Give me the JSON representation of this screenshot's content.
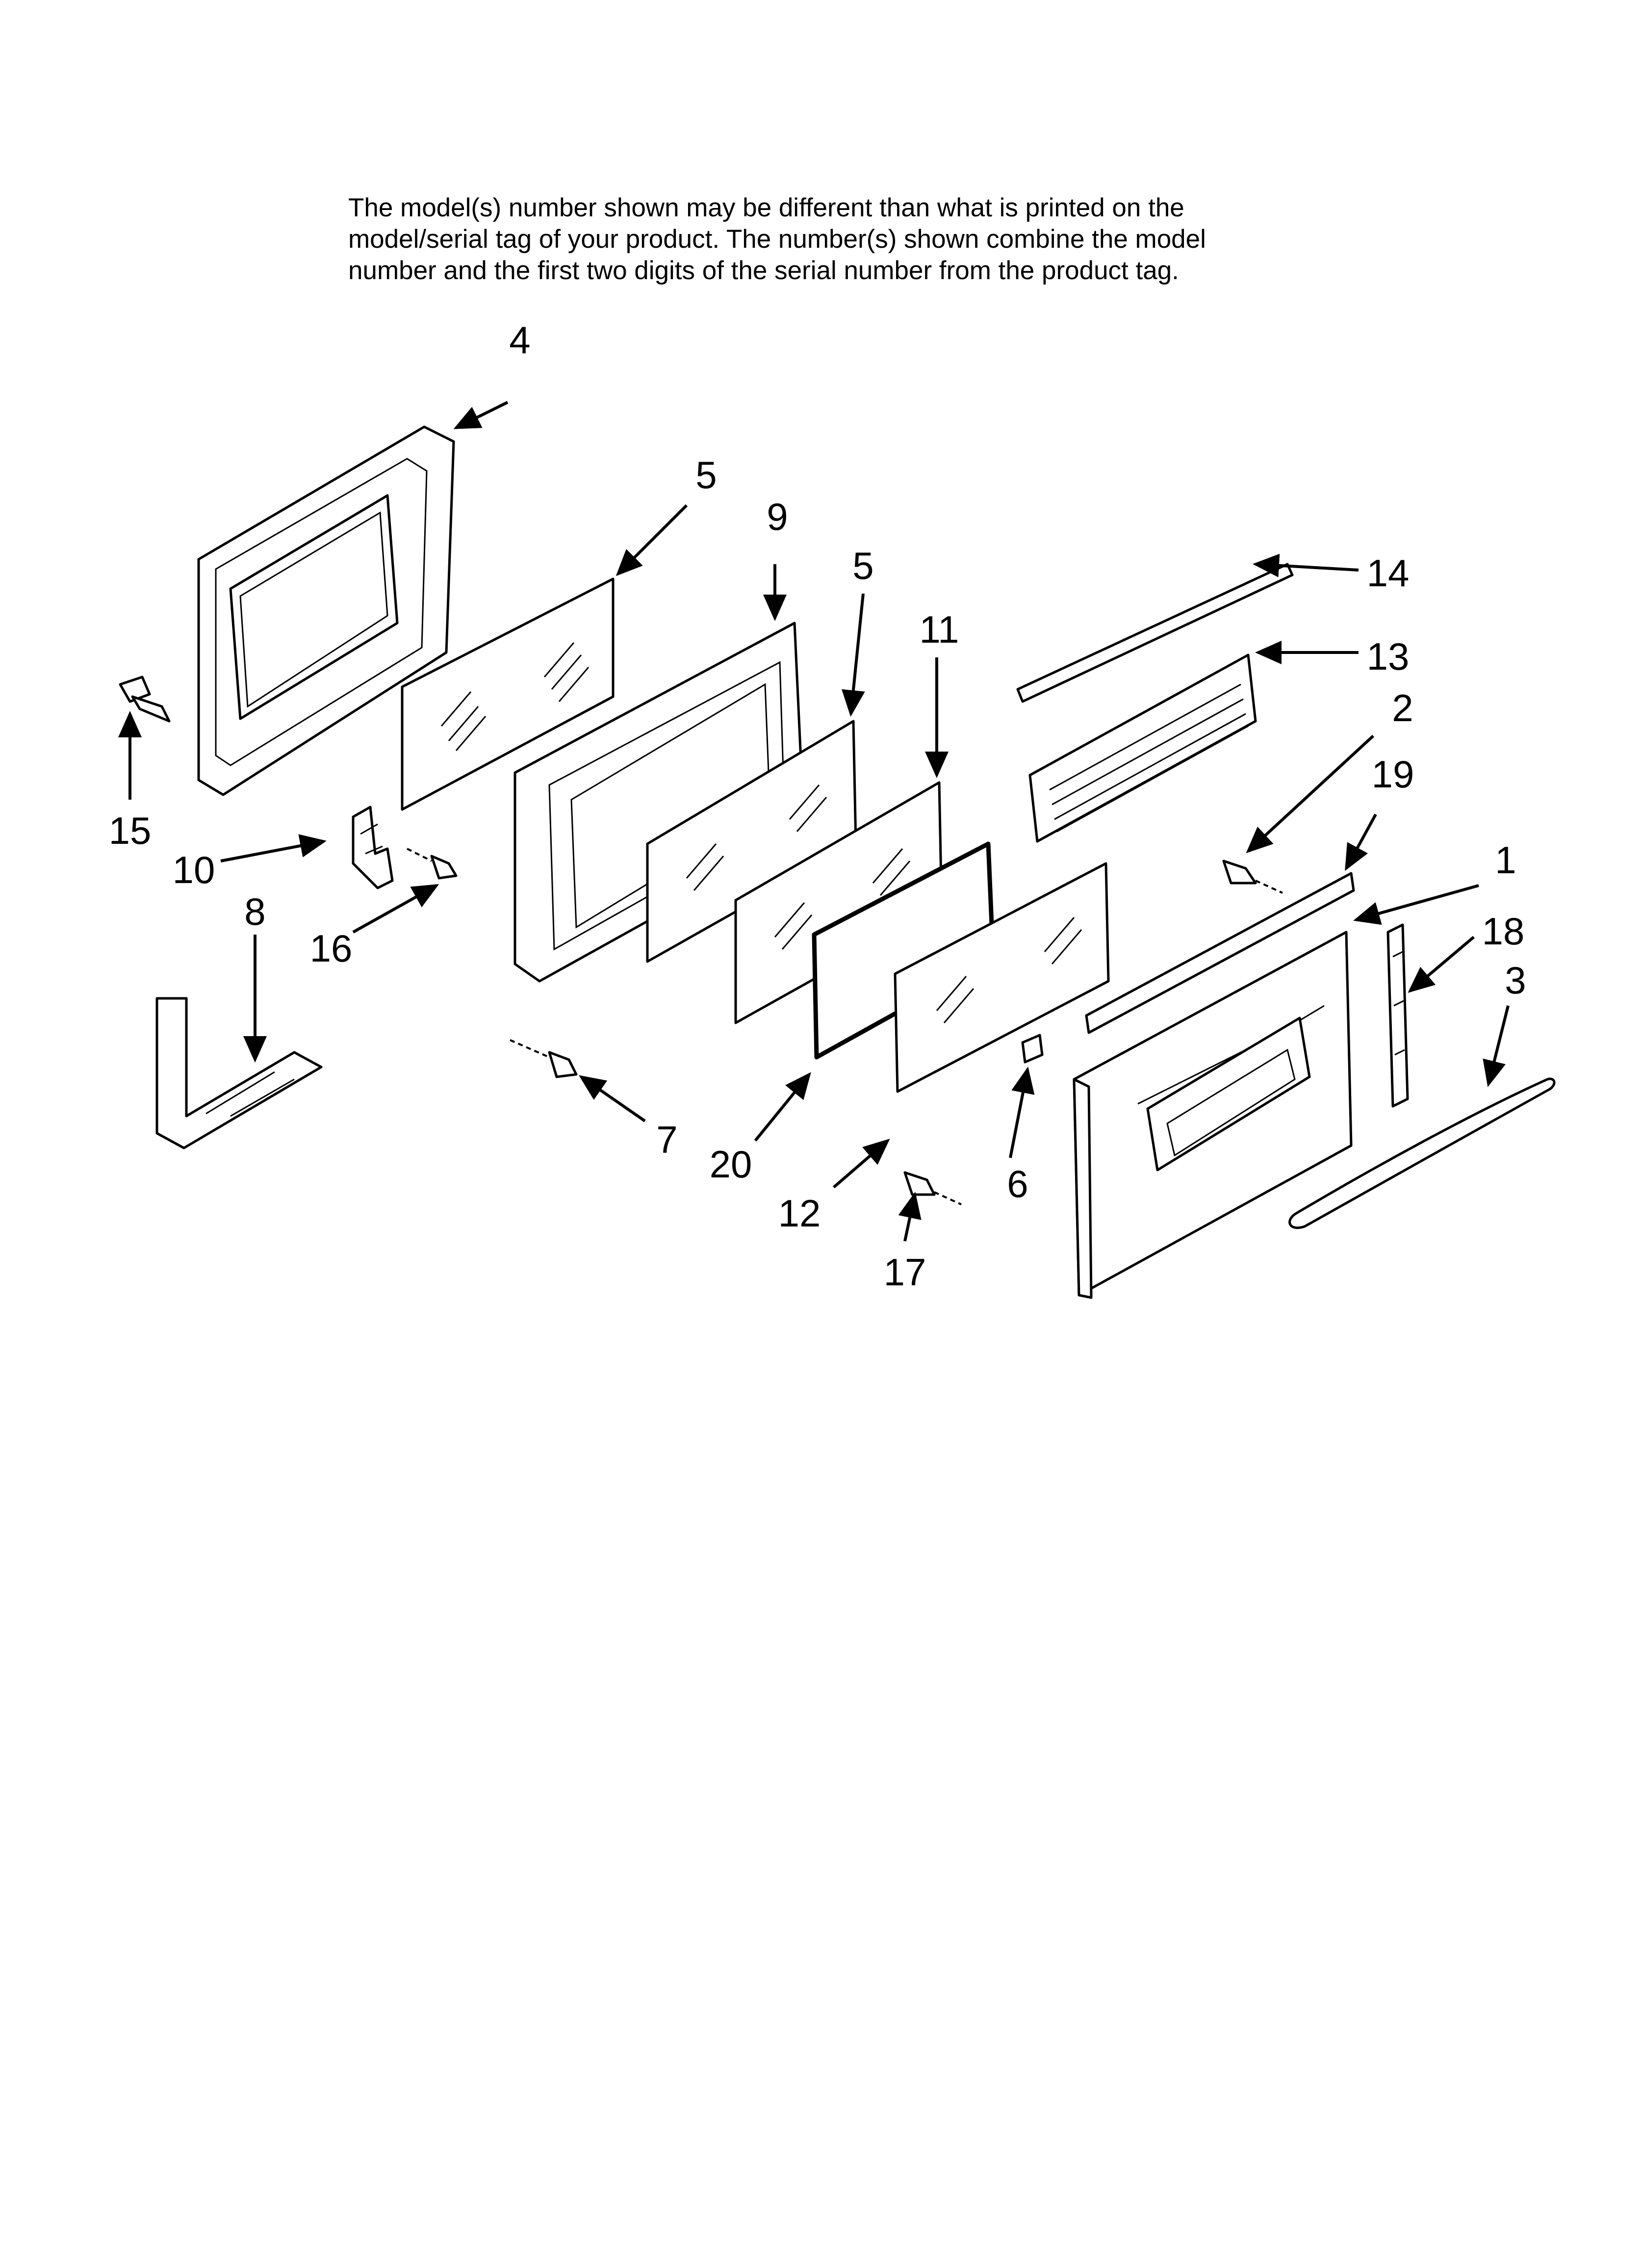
{
  "notice": {
    "line1": "The model(s) number shown may be different than what is printed on the",
    "line2": "model/serial tag of your product. The number(s) shown combine the model",
    "line3": "number and the first two digits of the serial number from the product tag."
  },
  "callouts": [
    "4",
    "5",
    "9",
    "5",
    "11",
    "14",
    "13",
    "2",
    "19",
    "1",
    "15",
    "10",
    "16",
    "8",
    "18",
    "3",
    "7",
    "20",
    "12",
    "6",
    "17"
  ]
}
